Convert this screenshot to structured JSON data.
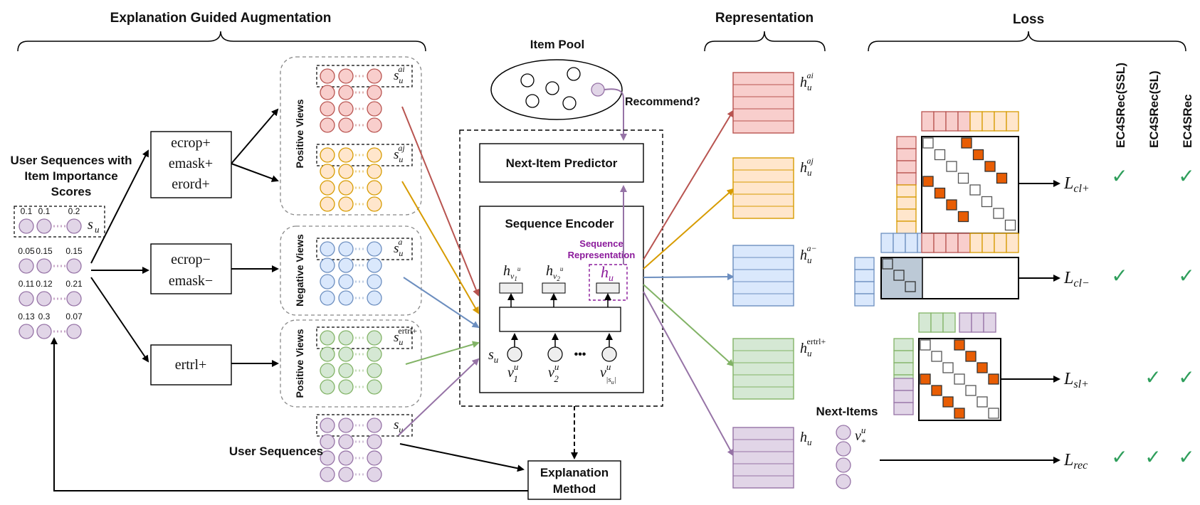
{
  "headers": {
    "augmentation": "Explanation Guided Augmentation",
    "representation": "Representation",
    "loss": "Loss"
  },
  "input": {
    "title_lines": [
      "User Sequences with",
      "Item Importance",
      "Scores"
    ],
    "seq_label_main": "s",
    "seq_label_sub": "u",
    "score_rows": [
      [
        "0.1",
        "0.1",
        "0.2"
      ],
      [
        "0.05",
        "0.15",
        "0.15"
      ],
      [
        "0.11",
        "0.12",
        "0.21"
      ],
      [
        "0.13",
        "0.3",
        "0.07"
      ]
    ]
  },
  "operators": {
    "positive": [
      "ecrop+",
      "emask+",
      "erord+"
    ],
    "negative": [
      "ecrop−",
      "emask−"
    ],
    "retrieval": [
      "ertrl+"
    ]
  },
  "views": {
    "positive_label": "Positive Views",
    "negative_label": "Negative Views",
    "positive2_label": "Positive Views",
    "user_sequences_label": "User Sequences",
    "view_sups": [
      "a_i",
      "a_j",
      "a",
      "ertrl+",
      ""
    ]
  },
  "item_pool": {
    "label": "Item Pool",
    "recommend": "Recommend?"
  },
  "model": {
    "predictor": "Next-Item Predictor",
    "encoder": "Sequence Encoder",
    "seq_repr_lines": [
      "Sequence",
      "Representation"
    ],
    "explanation_lines": [
      "Explanation",
      "Method"
    ],
    "dots": "•••"
  },
  "representations": {
    "sups": [
      "a_i",
      "a_j",
      "a−",
      "ertrl+",
      ""
    ]
  },
  "next_items": {
    "label": "Next-Items"
  },
  "losses": {
    "labels": [
      "cl+",
      "cl−",
      "sl+",
      "rec"
    ],
    "methods": [
      "EC4SRec(SSL)",
      "EC4SRec(SL)",
      "EC4SRec"
    ],
    "checks": [
      [
        true,
        false,
        true
      ],
      [
        true,
        false,
        true
      ],
      [
        false,
        true,
        true
      ],
      [
        true,
        true,
        true
      ]
    ]
  },
  "colors": {
    "red_fill": "#f8cecc",
    "red_stroke": "#b85450",
    "yellow_fill": "#ffe6cc",
    "yellow_stroke": "#d79b00",
    "blue_fill": "#dae8fc",
    "blue_stroke": "#6c8ebf",
    "green_fill": "#d5e8d4",
    "green_stroke": "#82b366",
    "purple_fill": "#e1d5e7",
    "purple_stroke": "#9673a6",
    "check": "#2e9e5b",
    "highlight": "#e85d04",
    "purple_text": "#8b1a9b"
  },
  "check_glyph": "✓"
}
